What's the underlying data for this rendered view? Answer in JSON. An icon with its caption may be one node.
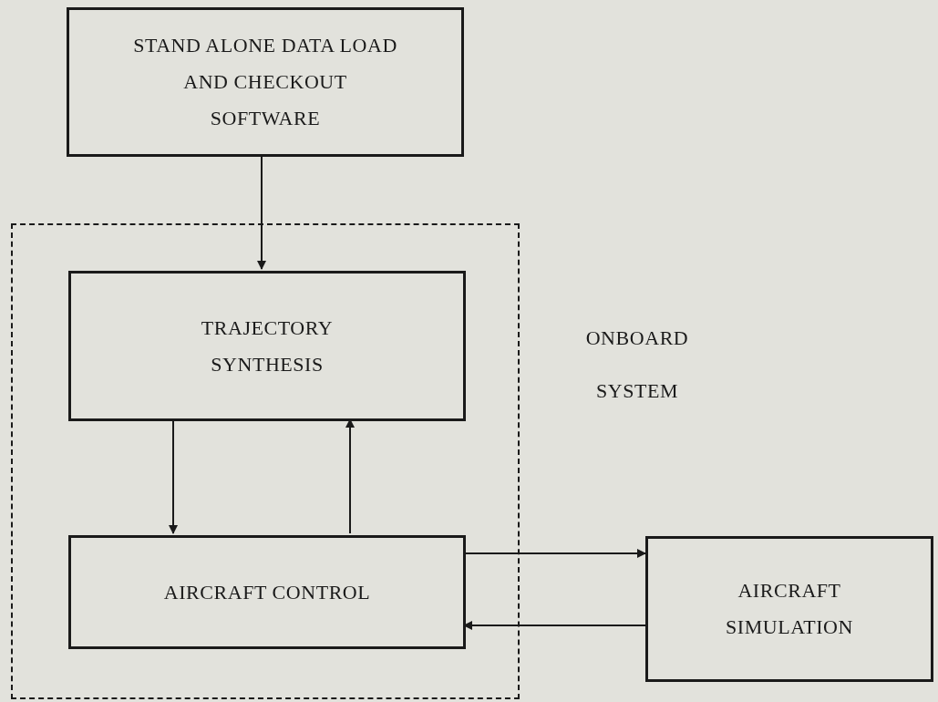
{
  "diagram": {
    "nodes": [
      {
        "text": [
          "STAND ALONE DATA LOAD AND CHECKOUT SOFTWARE"
        ]
      },
      {
        "text": [
          "ONBOARD SYSTEM"
        ]
      },
      {
        "text": [
          "TRAJECTORY SYNTHESIS"
        ],
        "in": 1
      },
      {
        "text": [
          "AIRCRAFT CONTROL"
        ],
        "in": 1
      },
      {
        "text": [
          "AIRCRAFT SIMULATION"
        ]
      }
    ],
    "edges": [
      {
        "from": 0,
        "to": 2,
        "arrow": "to"
      },
      {
        "from": 2,
        "to": 3,
        "arrow": "to"
      },
      {
        "from": 3,
        "to": 2,
        "arrow": "to"
      },
      {
        "from": 3,
        "to": 4,
        "arrow": "to"
      },
      {
        "from": 4,
        "to": 3,
        "arrow": "to"
      }
    ]
  }
}
